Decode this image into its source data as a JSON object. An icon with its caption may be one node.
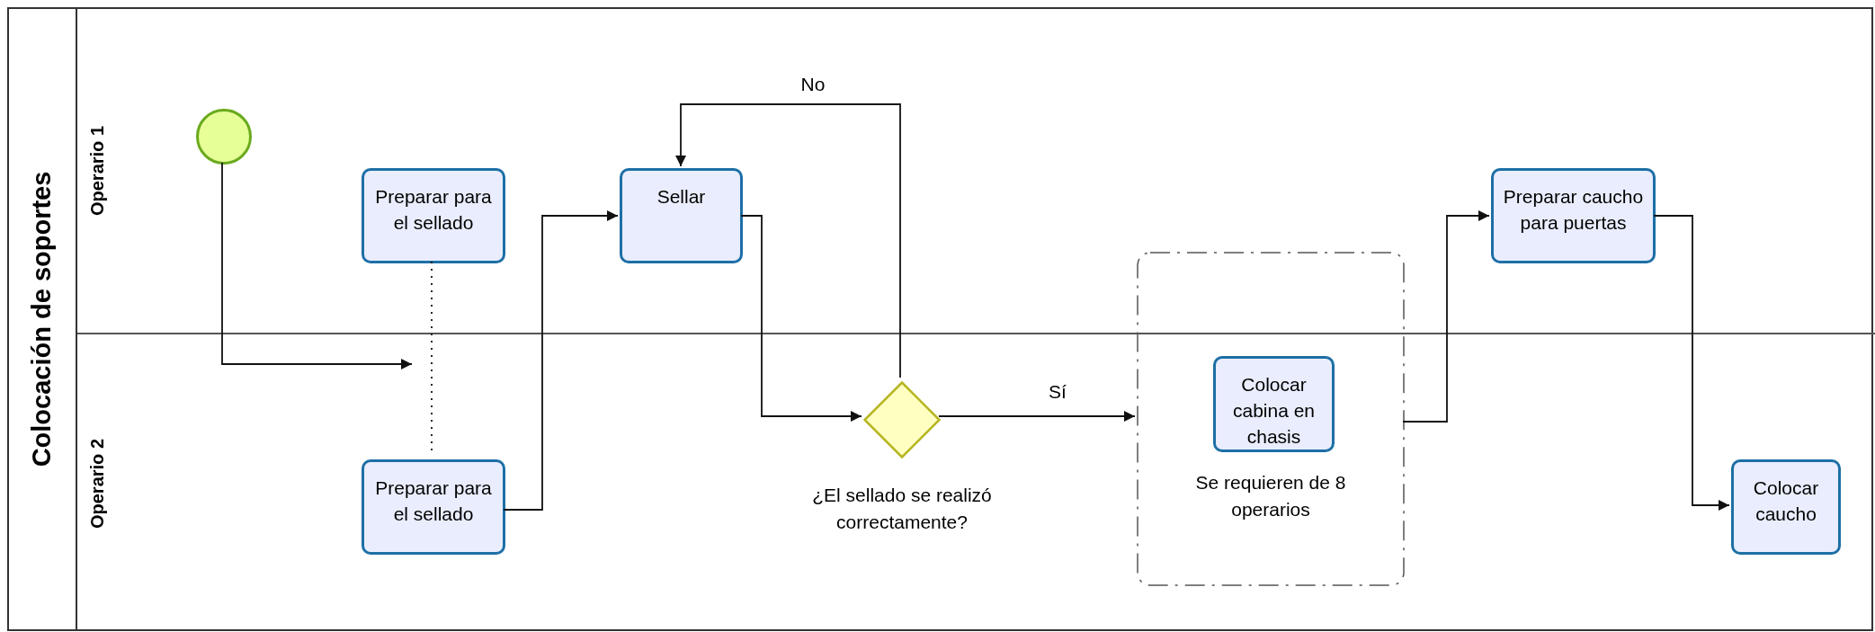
{
  "diagram": {
    "nodes": [
      {
        "text": [
          "Colocación de soportes"
        ]
      },
      {
        "text": [
          "Operario 1"
        ],
        "in": 0
      },
      {
        "text": [
          "Operario 2"
        ],
        "in": 0
      },
      {
        "text": [],
        "shape": "circle",
        "in": 1
      },
      {
        "text": [
          "Preparar para el sellado"
        ],
        "in": 1
      },
      {
        "text": [
          "Sellar"
        ],
        "in": 1
      },
      {
        "text": [
          "Preparar caucho para puertas"
        ],
        "in": 1
      },
      {
        "text": [
          "Preparar para el sellado"
        ],
        "in": 2
      },
      {
        "text": [],
        "shape": "diamond",
        "in": 2,
        "beside": [
          "¿El sellado se realizó correctamente?"
        ]
      },
      {
        "text": [
          "Se requieren de 8 operarios"
        ],
        "in": 0
      },
      {
        "text": [
          "Colocar cabina en chasis"
        ]
      },
      {
        "text": [
          "Colocar caucho"
        ],
        "in": 2
      }
    ],
    "edges": [
      {
        "from": 3,
        "to": 2,
        "arrow": "to"
      },
      {
        "from": 4,
        "to": 7,
        "arrow": "none",
        "style": "dashed"
      },
      {
        "from": 7,
        "to": 5,
        "arrow": "to"
      },
      {
        "from": 5,
        "to": 8,
        "arrow": "to"
      },
      {
        "from": 8,
        "to": 5,
        "arrow": "to",
        "label": "No"
      },
      {
        "from": 8,
        "to": 9,
        "arrow": "to",
        "label": "Sí"
      },
      {
        "from": 9,
        "to": 6,
        "arrow": "to"
      },
      {
        "from": 6,
        "to": 11,
        "arrow": "to"
      }
    ]
  }
}
